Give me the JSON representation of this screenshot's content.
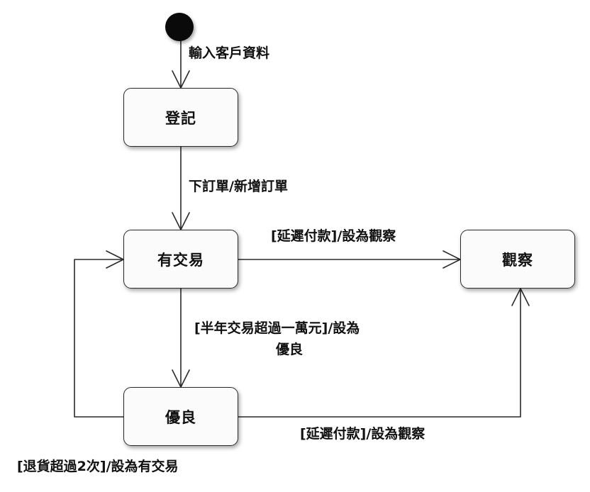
{
  "states": {
    "register": "登記",
    "trading": "有交易",
    "observe": "觀察",
    "premium": "優良"
  },
  "transitions": {
    "start_to_register": "輸入客戶資料",
    "register_to_trading": "下訂單/新增訂單",
    "trading_to_observe": "[延遲付款]/設為觀察",
    "trading_to_premium_line1": "[半年交易超過一萬元]/設為",
    "trading_to_premium_line2": "優良",
    "premium_to_observe": "[延遲付款]/設為觀察",
    "premium_to_trading": "[退貨超過2次]/設為有交易"
  }
}
